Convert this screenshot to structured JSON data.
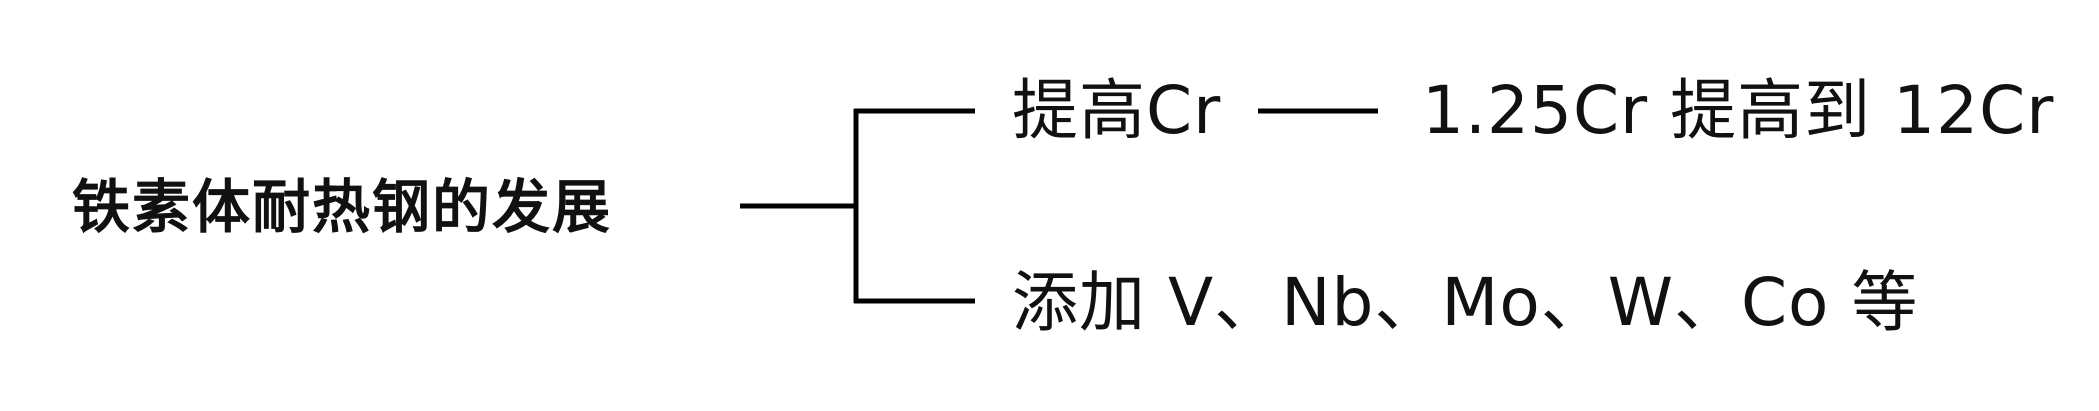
{
  "diagram": {
    "root": "铁素体耐热钢的发展",
    "branches": [
      {
        "label": "提高Cr",
        "detail": "1.25Cr 提高到 12Cr"
      },
      {
        "label": "添加 V、Nb、Mo、W、Co 等"
      }
    ]
  },
  "colors": {
    "line": "#000000",
    "text": "#111111",
    "background": "#ffffff"
  }
}
